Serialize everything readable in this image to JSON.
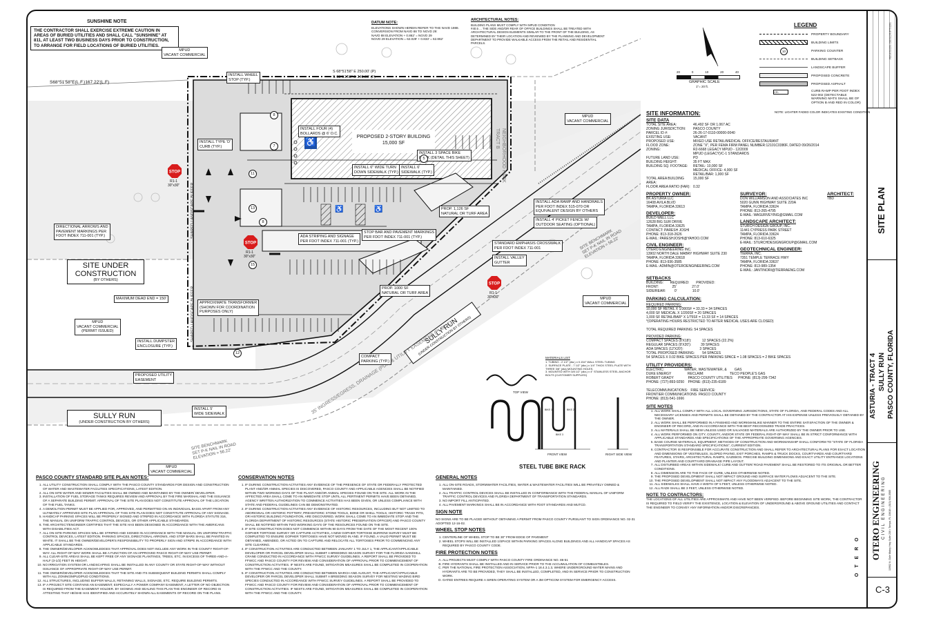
{
  "plan": {
    "sunshine_title": "SUNSHINE NOTE",
    "sunshine_text": "THE CONTRACTOR SHALL EXERCISE EXTREME CAUTION IN AREAS OF BURIED UTILITIES AND SHALL CALL \"SUNSHINE\" AT 811, AT LEAST TWO BUSINESS DAYS PRIOR TO CONSTRUCTION, TO ARRANGE FOR FIELD LOCATIONS OF BURIED UTILITIES.",
    "datum_title": "DATUM NOTE:",
    "datum_text": "ELEVATIONS SHOWN HEREIN REFER TO THE NAVD 1988.\nCONVERSION FROM NAVD 88 TO NGVD 29:\nNAVD 88 ELEVATION + 0.862' = NGVD 29\nNGVD 29 ELEVATION = 62.029' + 0.833' = 62.862'",
    "arch_title": "ARCHITECTURAL NOTES:",
    "arch_text": "BUILDING PLANS MUST COMPLY WITH MPUD CONDITION\n#40.5 ... THE SIDE AND/OR REAR OF OFFICE BUILDINGS SHALL BE TREATED WITH\nARCHITECTURAL DESIGN ELEMENTS SIMILAR TO THE FRONT OF THE BUILDING, AS\nDETERMINED BY THEIR LOCATION AND REVIEWED BY THE PLANNING AND DEVELOPMENT\nDEPARTMENT TO PROVIDE WALKABLE ACCESS FROM THE RETAIL AND RESIDENTIAL\nPARCELS.",
    "mpud_vc": "MPUD\nVACANT COMMERCIAL",
    "mpud_vc_permit": "MPUD\nVACANT COMMERCIAL\n(PERMIT ISSUED)",
    "site_under": "SITE UNDER\nCONSTRUCTION",
    "site_under_sub": "(BY OTHERS)",
    "sully_run": "SULLY RUN",
    "sully_run_sub": "(UNDER CONSTRUCTION BY OTHERS)",
    "building": "PROPOSED 2-STORY BUILDING\n15,000 SF",
    "neighborhood_park": "NEIGHBORHOOD PARK\nTRACT B",
    "bearing1": "S 68°51'58\" E 250.00' (P)",
    "bearing2": "S 68°51'58\" E 249.99' (F)",
    "bearing3": "S68°51'58\"E(L.F.)167.22'(L.F)",
    "ingress": "35' INGRESS/EGRESS, DRAINAGE (PDA) & UTILITY EASEMENT (PUBLIC)",
    "benchmark": "SITE BENCHMARK\nSET P-K NAIL IN ROAD\nELEVATION = 56.22'",
    "maxdead": "MAXIMUM DEAD END = 150'",
    "callouts": [
      "INSTALL WHEEL\nSTOP (TYP.)",
      "INSTALL FOUR (4)\nBOLLARDS @ 6' O.C.",
      "INSTALL TYPE 'D'\nCURB (TYP.)",
      "INSTALL 3 SPACE BIKE\nRACK (DETAIL THIS SHEET)",
      "INSTALL 6\" WIDE TURN\nDOWN SIDEWALK (TYP.)",
      "INSTALL 6'\nSIDEWALK (TYP.)",
      "DIRECTIONAL ARROWS AND\nPAVEMENT MARKINGS PER\nFDOT INDEX 711-001 (TYP.)",
      "ADA STRIPING AND SIGNAGE\nPER FDOT INDEX 711-001 (TYP.)",
      "STOP BAR AND PAVEMENT MARKINGS\nPER FDOT INDEX 711-001 (TYP.)",
      "INSTALL ADA RAMP AND HANDRAILS\nPER FDOT INDEX 515-070 OR\nEQUIVALENT DESIGN BY OTHERS",
      "INSTALL 4' PICKET FENCE W/\nOUTDOOR SEATING (OPTIONAL)",
      "STANDARD EMPHASIS CROSSWALK\nPER FDOT INDEX 711-001",
      "INSTALL VALLEY\nGUTTER",
      "APPROXIMATE TRANSFORMER\n(SHOWN FOR COORDINATION\nPURPOSES ONLY)",
      "INSTALL DUMPSTER\nENCLOSURE (TYP.)",
      "PROPOSED UTILITY\nEASEMENT",
      "COMPACT\nPARKING (TYP.)",
      "INSTALL 5'\nWIDE SIDEWALK",
      "PROP. 1,126 SF\nNATURAL OR TURF AREA",
      "PROP. 1000 SF\nNATURAL OR TURF AREA"
    ],
    "stop_text": "STOP",
    "r1": "R1-1\n30\"x30\"",
    "shared_buffer": "SHARED LANDSCAPE BUFFER",
    "parking_counts": [
      "8",
      "11",
      "7",
      "13",
      "8",
      "15",
      "12",
      "5"
    ]
  },
  "bike_rack": {
    "title": "STEEL TUBE BIKE RACK",
    "materials_title": "MATERIALS LIST",
    "materials": "1. TUBING - 2 1/2\" (dia.) x 0.154\" WALL STEEL TUBING\n2. SURFACE PLATE - 7 1/2\" (dia.) x 1/4\" THICK STEEL PLATE WITH THREE 3/8\" (dia) MOUNTING HOLES.\n3. MOUNTED WITH 3/8 1/2\" (dia.) x 4\" STAINLESS STEEL ANCHOR BOLTS (CUSTOMER SUPPLIED)",
    "top_view": "TOP VIEW",
    "front_view": "FRONT VIEW",
    "side_view": "RIGHT SIDE VIEW",
    "bike1": "BIKE 1",
    "bike2": "BIKE 2",
    "bike3": "BIKE 3"
  },
  "legend": {
    "title": "LEGEND",
    "items": [
      "PROPERTY BOUNDARY",
      "BUILDING LIMITS",
      "PARKING COUNTER",
      "BUILDING SETBACK",
      "LANDSCAPE BUFFER",
      "PROPOSED CONCRETE",
      "PROPOSED ASPHALT",
      "CURB RAMP PER FDOT INDEX 522-002 (DETECTABLE WARNING MATS SHALL BE OF OPTION B AND RED IN COLOR)"
    ],
    "counter": "10",
    "note": "NOTE: LIGHTER FADED COLOR INDICATES EXISTING CONDITION",
    "scale_label": "GRAPHIC SCALE",
    "scale_sub": "1\"= 20 ft.",
    "scale_ticks": [
      "20",
      "0",
      "10",
      "20",
      "40"
    ]
  },
  "site_info": {
    "title": "SITE INFORMATION:",
    "data_title": "SITE DATA",
    "rows": [
      [
        "TOTAL SITE AREA:",
        "46,492 SF OR 1.067 AC"
      ],
      [
        "ZONING JURISDICTION:",
        "PASCO COUNTY"
      ],
      [
        "PARCEL ID #:",
        "26-26-17-0110-00000-0040"
      ],
      [
        "EXISTING USE:",
        "VACANT"
      ],
      [
        "PROPOSED USE:",
        "MIXED USE RETAIL/MEDICAL OFFICE/RESTAURANT"
      ],
      [
        "FLOOD ZONE:",
        "ZONE \"X\", PER FEMA FIRM  PANEL NUMBER:12101C0380F, DATED 09/26/2014"
      ],
      [
        "ZONING:",
        "R2-6668 LEGACY MPUD - 12/2009"
      ],
      [
        "",
        "MPUD (LEGACY)/C-1 STANDARDS"
      ],
      [
        "FUTURE LAND USE:",
        "PD"
      ],
      [
        "BUILDING HEIGHT:",
        "35 FT MAX"
      ],
      [
        "BUILDING SQ. FOOTAGE:",
        "RETAIL: 10,000 SF"
      ],
      [
        "",
        "MEDICAL OFFICE: 4,000 SF"
      ],
      [
        "",
        "RETAIL/BAR: 1,000 SF"
      ],
      [
        "TOTAL AREA BUILDING AREA:",
        "15,000 SF"
      ],
      [
        "FLOOR AREA RATIO (FAR):",
        "0.32"
      ]
    ],
    "owner_title": "PROPERTY OWNER:",
    "owner": "BK ASTURIA LLC\n16408 AVILA BLVD\nTAMPA, FLORIDA 33613",
    "surveyor_title": "SURVEYOR:",
    "surveyor": "DON WILLIAMSON AND ASSOCIATES INC\n5020 GUNN HIGHWAY SUITE 220A\nTAMPA, FLORIDA 33624\nPHONE: 813-265-4795\nE-MAIL: WASURVEYING@GMAIL.COM",
    "architect_title": "ARCHITECT:",
    "architect": "TBD",
    "developer_title": "DEVELOPER:",
    "developer": "BUILD WELL LLC\n12628 BIG SUR DRIVE\nTAMPA, FLORIDA 33625\nCONTACT: PARESH JOSHI\nPHONE: 813-318-2626\nE-MAIL: PARESHJOSHI@YAHOO.COM",
    "landscape_title": "LANDSCAPE ARCHITECT:",
    "landscape": "STURCH DESIGN GROUP, INC.\n11441 CYPRESS PARK STREET\nTAMPA, FLORIDA 33624\nPHONE: 813-610-6325\nE-MAIL: STURCHDESIGNGROUP@GMAIL.COM",
    "civil_title": "CIVIL ENGINEER:",
    "civil": "OTERO ENGINEERING INC.\n13902 NORTH DALE MABRY HIGHWAY SUITE 230\nTAMPA, FLORIDA 33618\nPHONE: 813-936-3585\nE-MAIL: ADMIN@OTEROENGINEERING.COM",
    "geo_title": "GEOTECHNICAL ENGINEER:",
    "geo": "TIERRA, INC.\n7351 TEMPLE TERRACE HWY\nTAMPA, FLORIDA 33637\nPHONE: 813-989-1354\nE-MAIL: JANTINORI@TIERRAENG.COM",
    "setbacks_title": "SETBACKS",
    "setbacks": "BUILDING:       REQUIRED:       PROVIDED:\nFRONT:              25'                27.0'\nSIDE/REAR:         0'                10.0'",
    "parking_title": "PARKING CALCULATION:",
    "req_title": "REQUIRED PARKING:",
    "req": "10,000 SF RETAIL X 1/300SF = 33.33 = 34 SPACES\n4,000 SF MEDICAL X 1/200SF = 20 SPACES\n1,000 SF RETAIL/BAR* X 1/75SF = 13.33 SF = 14 SPACES\n*(OPERATING HOURS RESTRICTED TO AFTER MEDICAL USES ARE CLOSED)\n\nTOTAL REQUIRED PARKING: 54 SPACES",
    "prov_title": "PROVIDED PARKING:",
    "prov": "COMPACT SPACES (8'X18'):           12 SPACES (22.2%)\nREGULAR SPACES (9'X20'):          39 SPACES\nADA SPACES (12'X20'):                 3 SPACES\nTOTAL PROPOSED PARKING:        54 SPACES\n54 SPACES X 0.02 BIKE SPACES PER PARKING SPACE = 1.08 SPACES = 2 BIKE SPACES",
    "util_title": "UTILITY PROVIDERS:",
    "util": "ELECTRIC:                     WATER, WASTEWATER, &        GAS\nDUKE ENERGY                 RECLAIM:                           TECO PEOPLE'S GAS\nROBERT GRADY               PASCO COUNTY UTILITIES      PHONE: (813)-299-7342\nPHONE: (727)-893-9250    PHONE: (813)-235-6189\n\nTELECOMMUNICATIONS:   FIRE SERVICE:\nFRONTIER COMMUNICATIONS  PASCO COUNTY\nPHONE: (813)-541-1666",
    "notes_title": "SITE NOTES",
    "notes": [
      "ALL WORK SHALL COMPLY WITH ALL LOCAL GOVERNING JURISDICTIONS, STATE OF FLORIDA, AND FEDERAL CODES AND ALL NECESSARY LICENSES AND PERMITS SHALL BE OBTAINED BY THE CONTRACTOR AT HIS EXPENSE UNLESS PREVIOUSLY OBTAINED BY THE OWNER.",
      "ALL WORK SHALL BE PERFORMED IN A FINISHED AND WORKMANLIKE MANNER TO THE ENTIRE SATISFACTION OF THE OWNER & ENGINEER OF RECORD, AND IN ACCORDANCE WITH THE BEST RECOGNIZED TRADE PRACTICES.",
      "ALL MATERIALS SHALL BE NEW UNLESS USED OR SALVAGED MATERIALS ARE AUTHORIZED BY THE OWNER PRIOR TO USE.",
      "ALL WORK PERFORMED ON CITY, COUNTY, AND/OR STATE OR FEDERAL RIGHT-OF-WAY SHALL BE IN STRICT CONFORMANCE WITH APPLICABLE STANDARDS AND SPECIFICATIONS OF THE APPROPRIATE GOVERNING AGENCIES.",
      "BASE COURSE MATERIALS, EQUIPMENT, METHODS OF CONSTRUCTION AND WORKMANSHIP SHALL CONFORM TO \"STATE OF FLORIDA TRANSPORTATION STANDARD SPECIFICATIONS\", CURRENT EDITION.",
      "CONTRACTOR IS RESPONSIBLE FOR ACCURATE CONSTRUCTION AND SHALL REFER TO ARCHITECTURAL PLANS FOR EXACT LOCATION AND DIMENSIONS OF VESTIBULES, SLOPED PAVING, EXIT PORCHES, RAMPS & TRUCK DOCKS, COURTYARDS AND COURTYARD FEATURES, STAIRS, ARCHITECTURAL RAMPS, GAZEBOS. PRECISE BUILDING DIMENSIONS AND EXACT UTILITY ENTRANCE LOCATIONS AND PLANTER AND COURTYARD DRAINAGE PIPE LAYOUT.",
      "ALL DISTURBED AREAS WITHIN SIDEWALK/ CURB AND GUTTER/ ROAD PAVEMENT SHALL BE RESTORED TO ITS ORIGINAL OR BETTER CONDITIONS.",
      "ALL DIMENSION ARE TO THE FACE OF CURB, UNLESS OTHERWISE NOTED.",
      "THE PROPOSED DEVELOPMENT SHALL NOT IMPACT GROUND AND SURFACE WATER FLOWS ADJACENT TO THE SITE.",
      "THE PROPOSED DEVELOPMENT SHALL NOT IMPACT ANY FLOODWAYS ADJACENT TO THE SITE.",
      "ALL SIDEWALKS SHALL HAVE A WIDTH OF 5 FEET, UNLESS OTHERWISE NOTED.",
      "ALL RADII SHALL BE 3 FEET, UNLESS OTHERWISE NOTED."
    ],
    "contractors_title": "NOTE TO CONTRACTORS:",
    "contractors": "THE LOCATIONS OF ALL UTILITIES ARE APPROXIMATE AND HAVE NOT BEEN VERIFIED. BEFORE BEGINNING SITE WORK, THE CONTRACTOR IS REQUIRED TO FIELD VERIFY THE EXISTENCE, LOCATION & ELEVATION OF UNDERGROUND & ABOVE GROUND UTILITIES AND CONTACT THE ENGINEER TO CONVEY ANY INFORMATION AND/OR DISCREPANCIES."
  },
  "pasco_notes": {
    "title": "PASCO COUNTY STANDARD SITE PLAN NOTES:",
    "items": [
      "ALL UTILITY CONSTRUCTION SHALL COMPLY WITH THE PASCO COUNTY STANDARDS FOR DESIGN AND CONSTRUCTION OF WATER AND WASTEWATER FACILITIES SPECIFICATIONS, LATEST EDITION.",
      "ALL ON-SITE WATER AND SEWER FACILITIES SHALL BE OWNED AND MAINTAINED BY THE OWNER/ DEVELOPER.",
      "INSTALLATION OF FUEL STORAGE TANKS REQUIRES REVIEW AND APPROVAL BY THE FIRE MARSHAL AND THE ISSUANCE OF A SEPARATE BUILDING PERMIT. APPROVAL OF THE SITE PLAN DOES NOT CONSTITUTE APPROVAL OF THE LOCATION OF THE FUEL TANKS.",
      "A DEMOLITION PERMIT MUST BE APPLIED FOR, APPROVED, AND PERMITTED ON AN INDIVIDUAL BASIS APART FROM ANY ULTIMATELY APPROVED SITE PLAN APPROVAL OF THIS SITE PLAN DOES NOT CONSTITUTE APPROVAL OF ANY SIGNAGE.",
      "HANDICAP PARKING SPACES WILL BE PROPERLY SIGNED AND STRIPED IN ACCORDANCE WITH FLORIDA STATUTE 316, THE MANUAL ON UNIFORM TRAFFIC CONTROL DEVICES, OR OTHER APPLICABLE STANDARDS.",
      "THE ARCHITECT/ENGINEER CERTIFIES THAT THE SITE HAS BEEN DESIGNED IN ACCORDANCE WITH THE AMERICANS WITH DISABILITIES ACT.",
      "ALL ON-SITE PARKING SPACES WILL BE STRIPED AND SIGNED IN ACCORDANCE WITH THE MANUAL ON UNIFORM TRAFFIC CONTROL DEVICES, LATEST EDITION. PARKING SPACES, DIRECTIONAL ARROWS, AND STOP BARS SHALL BE PAINTED IN WHITE. IT SHALL BE THE OWNER/DEVELOPER'S RESPONSIBILITY TO PROPERLY SIGN AND STRIPE IN ACCORDANCE WITH APPLICABLE STANDARDS.",
      "THE OWNER/DEVELOPER ACKNOWLEDGES THAT APPROVAL DOES NOT INCLUDE ANY WORK IN THE COUNTY RIGHT-OF-WAY. ALL RIGHT-OF-WAY WORK SHALL BE A FUNCTION OF AN APPROVED PASCO RIGHT-OF-WAY USE PERMIT.",
      "ALL CLEAR-SITE AREAS SHALL BE KEPT FREE OF ANY SIGNAGE PLANTINGS, TREES, ETC. IN EXCESS OF THREE-AND-A-HALF (3-1/2) FEET IN HEIGHT.",
      "NO IRRIGATION SYSTEM OR LANDSCAPING SHALL BE INSTALLED IN ANY COUNTY OR STATE RIGHT-OF-WAY WITHOUT ISSUANCE OF APPROPRIATE RIGHT-OF-WAY USE PERMIT.",
      "THE OWNER/DEVELOPER ACKNOWLEDGES THAT THE SITE AND ITS SUBSEQUENT BUILDING PERMITS SHALL COMPLY WITH ALL ZONING/MPUD/PUD CONDITIONS.",
      "ALL STRUCTURES, INCLUDING BUFFER WALLS, RETAINING WALLS, SIGNAGE, ETC. REQUIRE BUILDING PERMITS.",
      "IF A PROJECT SITE CONTAINS AN EASEMENT, ESPECIALLY A POWER COMPANY EASEMENT, A LETTER OF NO OBJECTION IS REQUIRED FROM THE EASEMENT HOLDER. BY SIGNING AND SEALING THIS PLAN THE ENGINEER OF RECORD IS ATTESTING THAT HE/SHE HAS IDENTIFIED AND ACCURATELY SHOWN ALL EASEMENTS OF RECORD ON THE PLANS."
    ]
  },
  "conservation_notes": {
    "title": "CONSERVATION NOTES",
    "items": [
      "IF DURING CONSTRUCTION ACTIVITIES ANY EVIDENCE OF THE PRESENCE OF STATE OR FEDERALLY PROTECTED PLANT AND/OR ANIMAL SPECIES IS DISCOVERED, PASCO COUNTY AND APPLICABLE AGENCIES SHALL BE NOTIFIED WITHIN TWO WORKING DAYS OF THE PLANT AND/OR ANIMAL SPECIES FOUND ON THE SITE. ALL WORK IN THE AFFECTED AREA SHALL COME TO AN IMMEDIATE STOP UNTIL ALL PERTINENT PERMITS HAVE BEEN OBTAINED, AGENCY WRITTEN AUTHORIZATION TO COMMENCE ACTIVITIES HAS BEEN GIVEN, OR UNLESS COMPLIANCE WITH STATE AND FEDERAL GUIDELINES CAN BE DEMONSTRATED.",
      "IF DURING CONSTRUCTION ACTIVITIES ANY EVIDENCE OF HISTORIC RESOURCES, INCLUDING BUT NOT LIMITED TO ABORIGINAL OR HISTORIC POTTERY, PREHISTORIC STONE TOOLS, BONE OR SHELL TOOLS, HISTORIC TRASH PITS, OR HISTORIC BUILDING FOUNDATION, ARE DISCOVERED, WORK SHALL COME TO AN IMMEDIATE STOP AND THE FLORIDA DEPARTMENT OF HISTORIC RESOURCES (STATE HISTORIC PRESERVATION OFFICER) AND PASCO COUNTY SHALL BE NOTIFIED WITHIN TWO WORKING DAYS OF THE RESOURCES FOUND ON THE SITE.",
      "IF SITE CONSTRUCTION DOES NOT COMMENCE WITHIN 90 DAYS FROM THE DATE OF THE MOST RECENT 100% GOPHER TORTOISE SURVEY OR CAPTURE ACTIVITIES, A NEW GOPHER TORTOISE BURROW SURVEY MUST BE COMPLETED TO ENSURE GOPHER TORTOISES HAVE NOT MOVED IN AND, IF FOUND, A VALID PERMIT MUST BE OBTAINED, AMENDED, OR ACTED ON TO CAPTURE AND RELOCATE ALL TORTOISES PRIOR TO COMMENCING ANY SITE CLEARING.",
      "IF CONSTRUCTION ACTIVITIES ARE CONDUCTED BETWEEN JANUARY 1 TO JULY 1, THE APPLICANT/APPLICABLE DEVELOPER OR PARCEL DEVELOPER SHALL SUBMIT A BREEDING SEASON SURVEY FOR THE FLORIDA SANDHILL CRANE CONDUCTED IN ACCORDANCE WITH FFWCC SURVEY GUIDELINES. A REPORT SHALL BE PROVIDED TO FFWCC AND PASCO COUNTY FOR REVIEW AND CONSIDERATION OF APPROVAL PRIOR TO COMMENCEMENT OF CONSTRUCTION ACTIVITIES. IF NESTS ARE FOUND, MITIGATION MEASURES SHALL BE COMPLETED IN COOPERATION WITH THE FFWCC AND THE COUNTY.",
      "IF CONSTRUCTION ACTIVITIES ARE CONDUCTED BETWEEN MARCH AND AUGUST, THE APPLICANT/APPLICABLE DEVELOPER OR PARCEL DEVELOPER SHALL SUBMIT A BREEDING SEASON SURVEY FOR NESTING WADING BIRD SPECIES CONDUCTED IN ACCORDANCE WITH FFWCC SURVEY GUIDELINES. A REPORT SHALL BE PROVIDED TO FFWCC AND PASCO COUNTY FOR REVIEW AND CONSIDERATION OF APPROVAL PRIOR TO COMMENCEMENT OF CONSTRUCTION ACTIVITIES. IF NESTS ARE FOUND, MITIGATION MEASURES SHALL BE COMPLETED IN COOPERATION WITH THE FFWCC AND THE COUNTY."
    ]
  },
  "general_notes": {
    "title": "GENERAL NOTES",
    "items": [
      "ALL ON-SITE ROADS, STORMWATER FACILITIES, WATER & WASTEWATER FACILITIES WILL BE PRIVATELY OWNED & MAINTAINED.",
      "ALL TRAFFIC CONTROL DEVICES SHALL BE INSTALLED IN CONFORMANCE WITH THE FEDERAL MANUAL OF UNIFORM TRAFFIC CONTROL DEVICES AND FLORIDA DEPARTMENT OF TRANSPORTATION STANDARDS.",
      "NO IMPORT FILL ANTICIPATED.",
      "ALL PAVEMENT MARKINGS SHALL BE IN ACCORDANCE WITH FDOT STANDARDS AND MUTCD."
    ],
    "sign_title": "SIGN NOTE",
    "sign": "NO SIGNS ARE TO BE PLACED WITHOUT OBTAINING A PERMIT FROM PASCO COUNTY PURSUANT TO SIGN ORDINANCE NO. 02-31 ADOPTED 12-16-02.",
    "wheel_title": "WHEEL STOP NOTES",
    "wheel": [
      "CENTERLINE OF WHEEL STOP TO BE 30\" FROM EDGE OF PAVEMENT",
      "WHEEL STOPS WILL BE INSTALLED 1/SPACE WITHIN PARKING SPACES ALONG BUILDINGS AND ALL HANDICAP SPACES AS REQUIRED BY PASCO COUNTY CODE."
    ],
    "fire_title": "FIRE PROTECTION NOTES",
    "fire": [
      "ALL PROJECTS MUST COMPLY WITH PASCO COUNTY FIRE ORDINANCE NO. 86-51",
      "FIRE HYDRANTS SHALL BE INSTALLED AND IN SERVICE PRIOR TO THE ACCUMULATION OF COMBUSTIBLES.",
      "PER THE NATIONAL FIRE PROTECTION ASSOCIATION, NFPA-1 18.4.3.1.3, WHERE UNDERGROUND WATER MAINS AND HYDRANTS ARE TO BE PROVIDED, THEY SHALL BE INSTALLED, COMPLETED, AND IN SERVICE PRIOR TO CONSTRUCTION WORK.",
      "GATED ENTRIES REQUIRE A SIREN OPERATING SYSTEM OR A 3M OPTICOM SYSTEM FOR EMERGENCY ACCESS."
    ]
  },
  "title_block": {
    "firm": "OTERO ENGINEERING",
    "firm_sub": "CIVIL ENGINEERING",
    "firm_addr": "13902 N. Dale Mabry Hwy Suite 230 • Tampa, FL 33618 • (813) 936-3585",
    "project": "ASTURIA - TRACT 4",
    "project2": "SULLY RUN",
    "project3": "PASCO COUNTY, FLORIDA",
    "sheet_title": "SITE PLAN",
    "sheet_no": "C-3",
    "rev_header": "REVISION DESCRIPTION",
    "logo_letters": "O T E R O"
  }
}
